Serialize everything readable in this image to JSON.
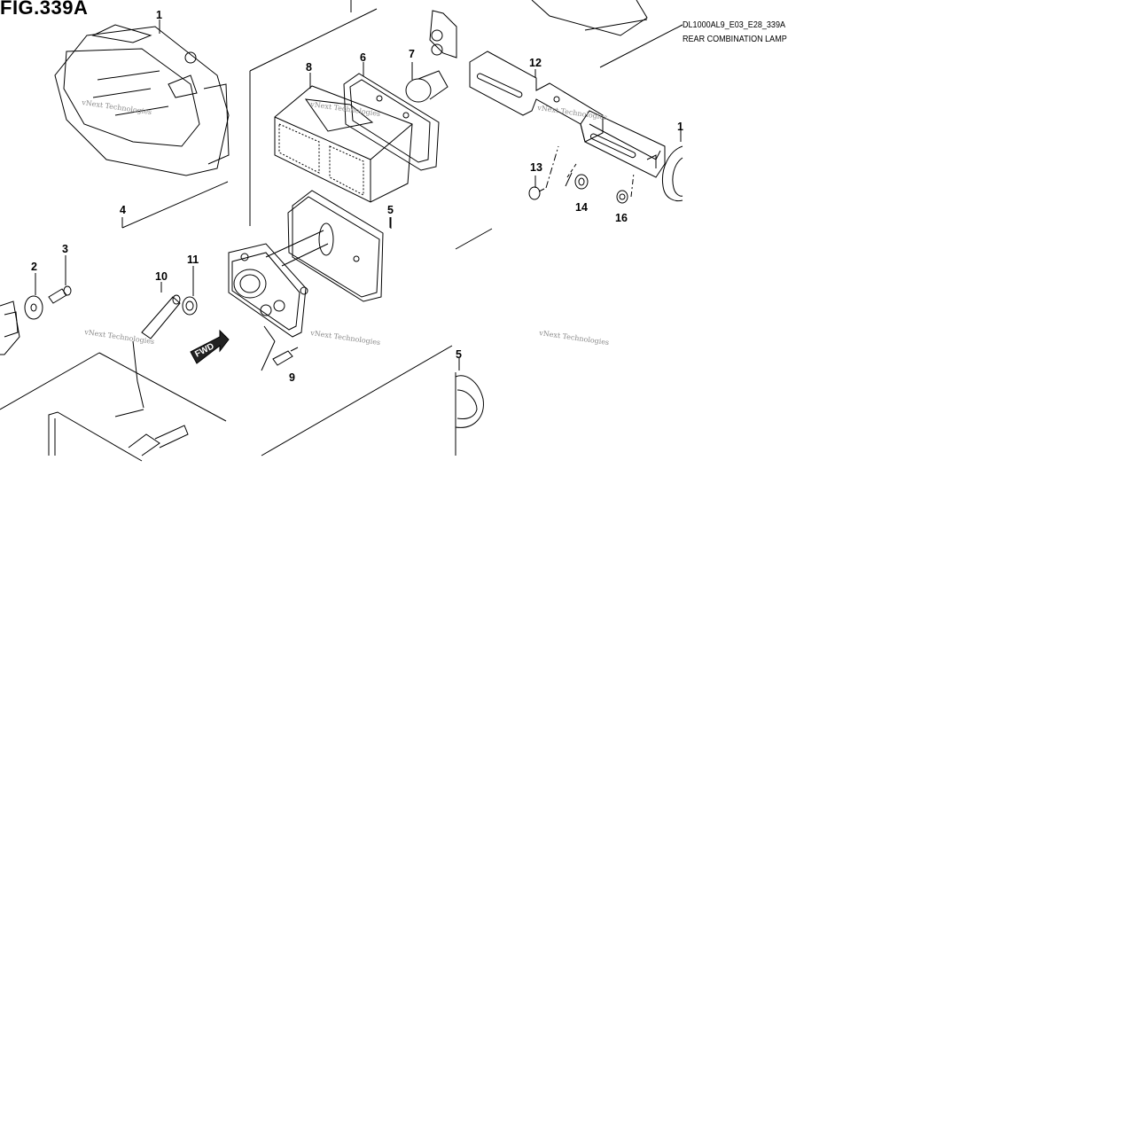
{
  "figure": {
    "title": "FIG.339A",
    "model_code": "DL1000AL9_E03_E28_339A",
    "section_name": "REAR COMBINATION LAMP"
  },
  "callouts": [
    "1",
    "2",
    "3",
    "4",
    "5",
    "6",
    "7",
    "8",
    "9",
    "10",
    "11",
    "12",
    "13",
    "14",
    "16",
    "5",
    "1"
  ],
  "fwd_label": "FWD",
  "watermark": "vNext Technologies"
}
